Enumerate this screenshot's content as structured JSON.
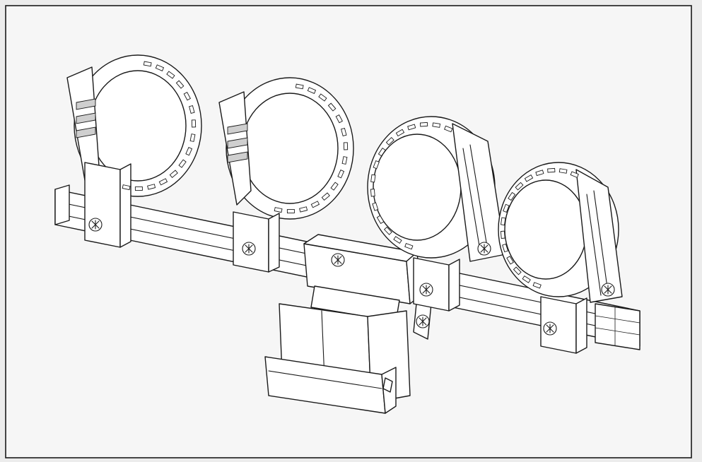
{
  "figure": {
    "background": "#ececec",
    "paper": "#f6f6f6",
    "ink": "#1a1a1a",
    "depicted": {
      "assembly": "multi-lnb-holder-bracket",
      "clamp_rings": 4,
      "mounting_block": 1,
      "screws": 8
    }
  }
}
